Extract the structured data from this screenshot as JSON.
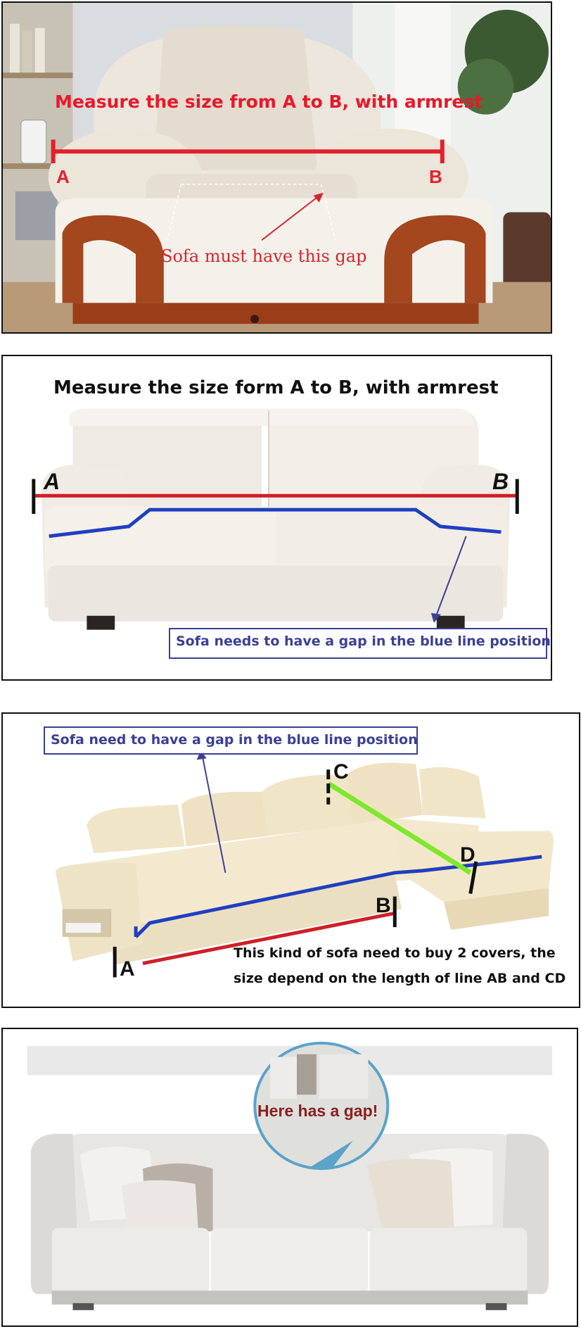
{
  "panel1": {
    "title": "Measure the size from A to B, with armrest",
    "label_a": "A",
    "label_b": "B",
    "gap_note": "Sofa must have this gap"
  },
  "panel2": {
    "title": "Measure the size form A to B, with armrest",
    "label_a": "A",
    "label_b": "B",
    "gap_note": "Sofa needs to have a gap in the blue line position"
  },
  "panel3": {
    "gap_note": "Sofa need to have a gap in the blue line position",
    "label_a": "A",
    "label_b": "B",
    "label_c": "C",
    "label_d": "D",
    "note_line1": "This kind of sofa need to buy 2 covers, the",
    "note_line2": "size depend on the length of line AB and CD"
  },
  "panel4": {
    "gap_note": "Here has a gap!"
  },
  "colors": {
    "measure_line": "#d9242c",
    "gap_line": "#1f3fbf",
    "cd_line": "#7ee82a",
    "note_border": "#3b3f96"
  }
}
